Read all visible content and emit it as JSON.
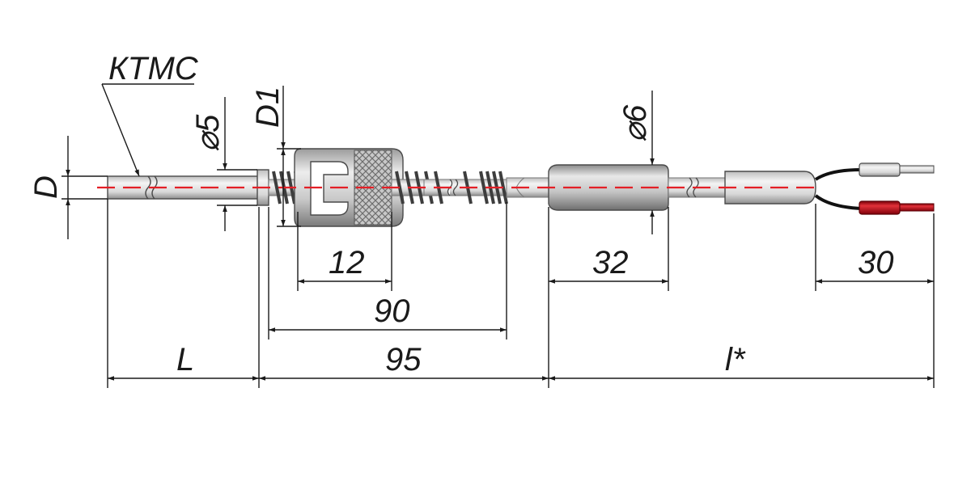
{
  "labels": {
    "ktms": "КТМС",
    "d": "D",
    "d1": "D1",
    "dia5": "⌀5",
    "dia6": "⌀6"
  },
  "dimensions": {
    "len_12": "12",
    "len_32": "32",
    "len_30": "30",
    "len_90": "90",
    "len_95": "95",
    "len_L": "L",
    "len_l": "l*"
  },
  "colors": {
    "axis": "#e41f26",
    "metal_light": "#e6e6e6",
    "metal_dark": "#9a9a9a",
    "wire_red": "#c0101a",
    "line": "#1a1a1a"
  }
}
